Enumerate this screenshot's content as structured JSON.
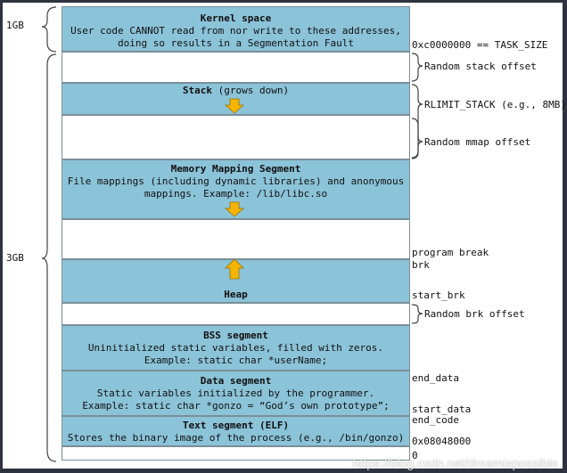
{
  "diagram": {
    "segments": {
      "kernel": {
        "title": "Kernel space",
        "line1": "User code CANNOT read from nor write to these addresses,",
        "line2": "doing so results in a Segmentation Fault"
      },
      "stack": {
        "title": "Stack",
        "suffix": " (grows down)"
      },
      "mmap": {
        "title": "Memory Mapping Segment",
        "line1": "File mappings (including dynamic libraries) and anonymous",
        "line2": "mappings. Example: /lib/libc.so"
      },
      "heap": {
        "title": "Heap"
      },
      "bss": {
        "title": "BSS segment",
        "line1": "Uninitialized static variables, filled with zeros.",
        "line2": "Example: static char *userName;"
      },
      "data": {
        "title": "Data segment",
        "line1": "Static variables initialized by the programmer.",
        "line2": "Example: static char *gonzo = “God’s own prototype”;"
      },
      "text": {
        "title": "Text segment (ELF)",
        "line1": "Stores the binary image of the process (e.g., /bin/gonzo)"
      }
    },
    "left_labels": {
      "kernel_size": "1GB",
      "user_size": "3GB"
    },
    "right_labels": {
      "task_size": "0xc0000000 == TASK_SIZE",
      "random_stack_offset": "Random stack offset",
      "rlimit_stack": "RLIMIT_STACK (e.g., 8MB)",
      "random_mmap_offset": "Random mmap offset",
      "program_break": "program break",
      "brk": "brk",
      "start_brk": "start_brk",
      "random_brk_offset": "Random brk offset",
      "end_data": "end_data",
      "start_data": "start_data",
      "end_code": "end_code",
      "text_start": "0x08048000",
      "zero": "0"
    },
    "watermark": "https://blog.csdn.net/dreamispossible",
    "colors": {
      "segment_fill": "#8bc3d8",
      "arrow_fill": "#f4b400",
      "border": "#7b8f98"
    }
  }
}
